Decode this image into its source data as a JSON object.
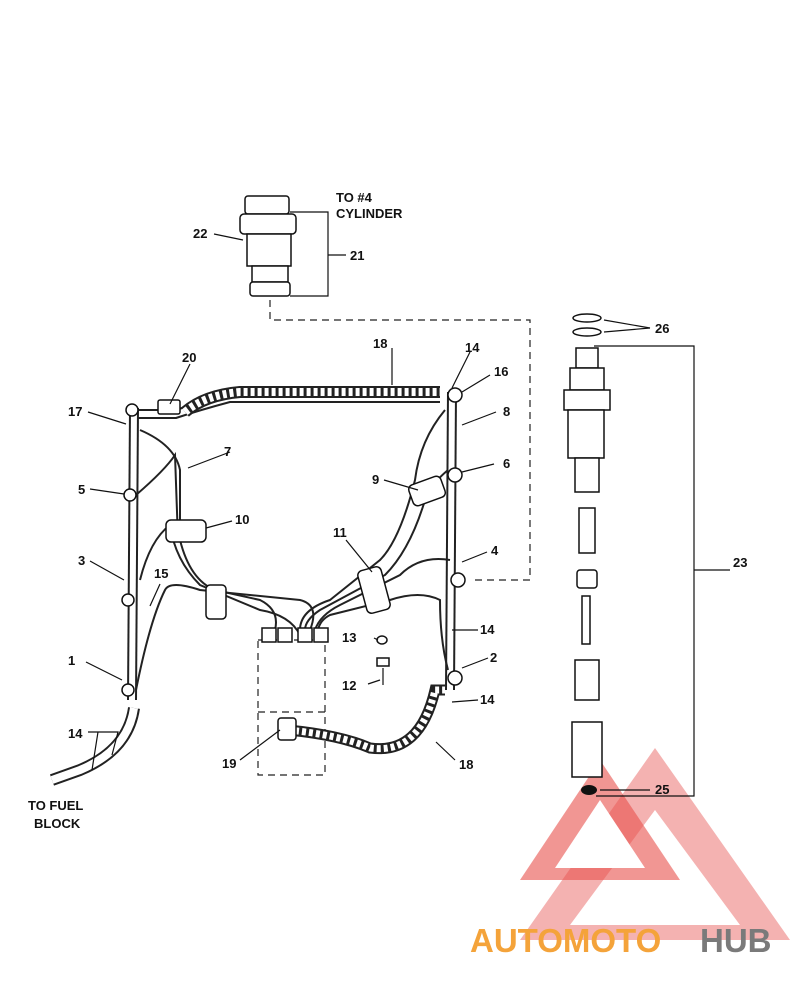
{
  "callouts": {
    "c1": "1",
    "c2": "2",
    "c3": "3",
    "c4": "4",
    "c5": "5",
    "c6": "6",
    "c7": "7",
    "c8": "8",
    "c9": "9",
    "c10": "10",
    "c11": "11",
    "c12": "12",
    "c13": "13",
    "c14a": "14",
    "c14b": "14",
    "c14c": "14",
    "c14d": "14",
    "c15": "15",
    "c16": "16",
    "c17": "17",
    "c18a": "18",
    "c18b": "18",
    "c19": "19",
    "c20": "20",
    "c21": "21",
    "c22": "22",
    "c23": "23",
    "c25": "25",
    "c26": "26"
  },
  "notes": {
    "to_cyl_line1": "TO #4",
    "to_cyl_line2": "CYLINDER",
    "to_fuel_line1": "TO FUEL",
    "to_fuel_line2": "BLOCK"
  },
  "watermark": {
    "part1": "AUTOMOTO",
    "part2": "HUB",
    "color_red": "#e8504b",
    "color_orange": "#f4a33a",
    "color_gray": "#7a7a7a"
  }
}
